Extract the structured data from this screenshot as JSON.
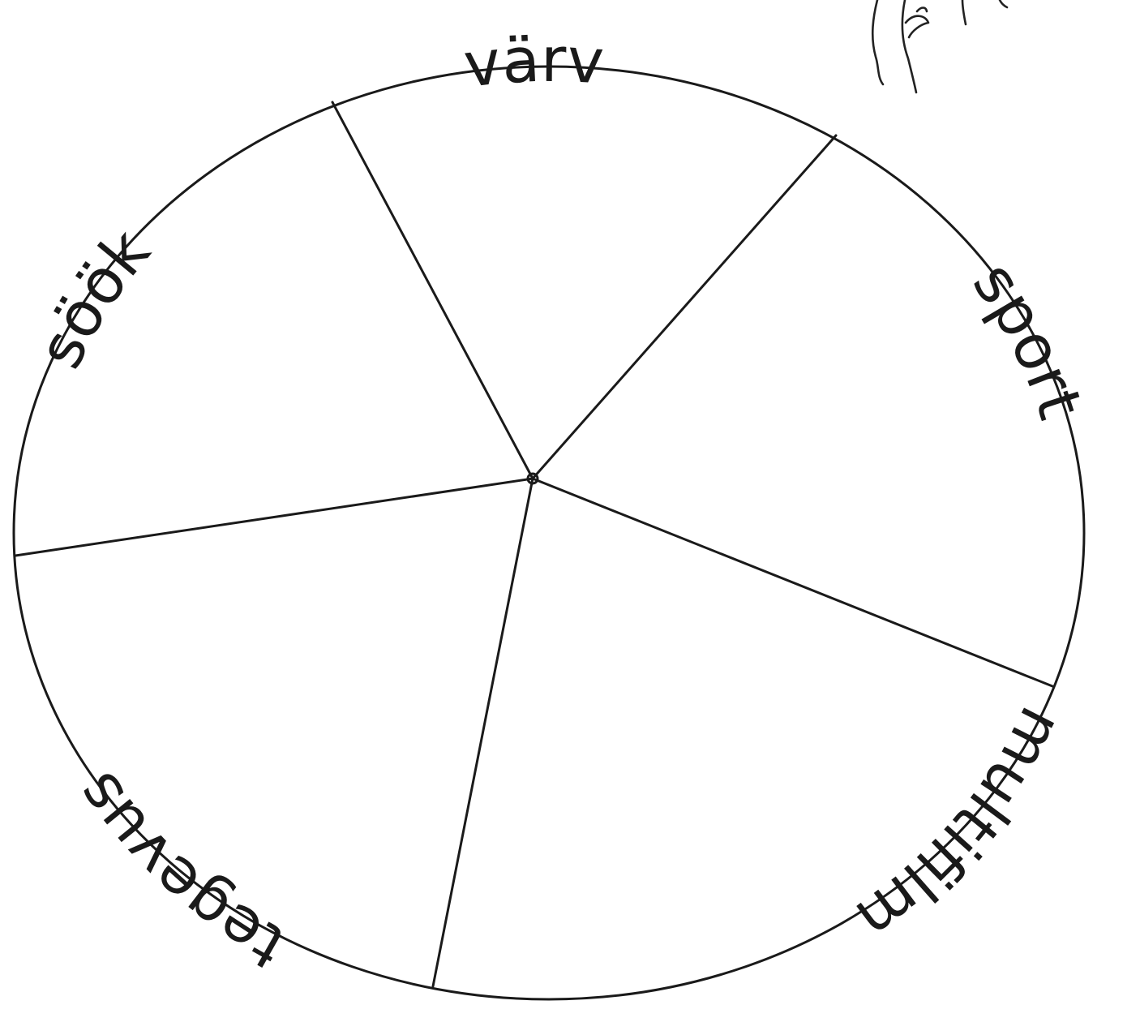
{
  "diagram": {
    "type": "divided-circle",
    "line_color": "#1a1a1a",
    "background": "#ffffff",
    "segments": [
      {
        "key": "sector-varv",
        "label": "värv"
      },
      {
        "key": "sector-sport",
        "label": "sport"
      },
      {
        "key": "sector-multifilm",
        "label": "multifilm"
      },
      {
        "key": "sector-tegevus",
        "label": "tegevus"
      },
      {
        "key": "sector-sook",
        "label": "söök"
      }
    ],
    "decoration": {
      "icon": "hand-sketch-icon"
    }
  }
}
